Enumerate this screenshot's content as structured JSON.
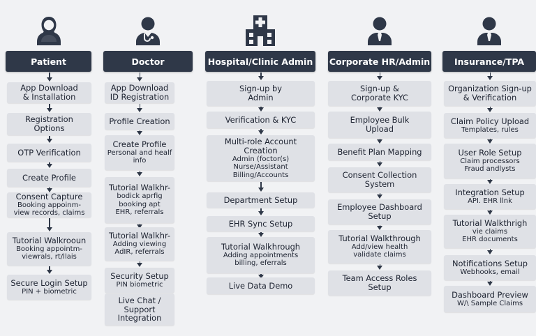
{
  "columns": [
    {
      "role": "Patient",
      "icon": "patient-icon",
      "steps": [
        {
          "lines": [
            "App Download",
            "& Installation"
          ]
        },
        {
          "lines": [
            "Registration",
            "Options"
          ]
        },
        {
          "lines": [
            "OTP Verification"
          ]
        },
        {
          "lines": [
            "Create Profile"
          ]
        },
        {
          "lines": [
            "Consent Capture"
          ],
          "sub": [
            "Booking appoinm-",
            "view records, claims"
          ]
        },
        {
          "lines": [
            "Tutorial Walkrooun"
          ],
          "sub": [
            "Booking appointm-",
            "viewrals, rt/llais"
          ]
        },
        {
          "lines": [
            "Secure Login Setup"
          ],
          "sub": [
            "PIN + biometric"
          ]
        }
      ]
    },
    {
      "role": "Doctor",
      "icon": "doctor-icon",
      "steps": [
        {
          "lines": [
            "App Download",
            "ID Registration"
          ]
        },
        {
          "lines": [
            "Profile Creation"
          ]
        },
        {
          "lines": [
            "Create Profile"
          ],
          "sub": [
            "Personal and healf",
            "info"
          ]
        },
        {
          "lines": [
            "Tutorial Walkhr-"
          ],
          "sub": [
            "bodick aprfig",
            "booking apt",
            "EHR, referrals"
          ]
        },
        {
          "lines": [
            "Tutorial Walkhr-"
          ],
          "sub": [
            "Adding viewing",
            "AdIR, referrals"
          ]
        },
        {
          "lines": [
            "Security Setup"
          ],
          "sub": [
            "PIN biometric"
          ]
        },
        {
          "lines": [
            "Live Chat /",
            "Support",
            "Integration"
          ]
        }
      ]
    },
    {
      "role": "Hospital/Clinic Admin",
      "icon": "hospital-icon",
      "steps": [
        {
          "lines": [
            "Sign-up by",
            "Admin"
          ]
        },
        {
          "lines": [
            "Verification & KYC"
          ]
        },
        {
          "lines": [
            "Multi-role Account",
            "Creation"
          ],
          "sub": [
            "Admin   (foctor(s)",
            "Nurse/Assistant",
            "Billing/Accounts"
          ]
        },
        {
          "lines": [
            "Department Setup"
          ]
        },
        {
          "lines": [
            "EHR Sync Setup"
          ]
        },
        {
          "lines": [
            "Tutorial Walkhrough"
          ],
          "sub": [
            "Adding appointments",
            "billing, eferrals"
          ]
        },
        {
          "lines": [
            "Live Data Demo"
          ]
        }
      ]
    },
    {
      "role": "Corporate HR/Admin",
      "icon": "hr-admin-icon",
      "steps": [
        {
          "lines": [
            "Sign-up &",
            "Corporate KYC"
          ]
        },
        {
          "lines": [
            "Employee Bulk",
            "Upload"
          ]
        },
        {
          "lines": [
            "Benefit Plan Mapping"
          ]
        },
        {
          "lines": [
            "Consent Collection",
            "System"
          ]
        },
        {
          "lines": [
            "Employee Dashboard",
            "Setup"
          ]
        },
        {
          "lines": [
            "Tutorial Walkthrough"
          ],
          "sub": [
            "Add/view health",
            "validate claims"
          ]
        },
        {
          "lines": [
            "Team Access Roles",
            "Setup"
          ]
        }
      ]
    },
    {
      "role": "Insurance/TPA",
      "icon": "insurance-agent-icon",
      "steps": [
        {
          "lines": [
            "Organization Sign-up",
            "& Verification"
          ]
        },
        {
          "lines": [
            "Claim Policy Upload"
          ],
          "sub": [
            "Templates, rules"
          ]
        },
        {
          "lines": [
            "User Role Setup"
          ],
          "sub": [
            "Claim processors",
            "Fraud andlysts"
          ]
        },
        {
          "lines": [
            "Integration Setup"
          ],
          "sub": [
            "API. EHR llnk"
          ]
        },
        {
          "lines": [
            "Tutorial Walkthrigh"
          ],
          "sub": [
            "vie claims",
            "EHR  documents"
          ]
        },
        {
          "lines": [
            "Notifications Setup"
          ],
          "sub": [
            "Webhooks, email"
          ]
        },
        {
          "lines": [
            "Dashboard Preview"
          ],
          "sub": [
            "W/\\ Sample Claims"
          ]
        }
      ]
    }
  ],
  "colors": {
    "header_bg": "#2f3848",
    "step_bg": "#dfe1e6",
    "page_bg": "#f1f2f4",
    "icon_fill": "#2f3848"
  }
}
